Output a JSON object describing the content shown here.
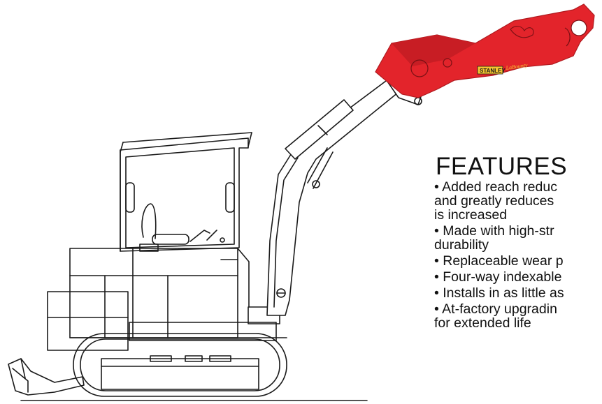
{
  "features": {
    "title": "FEATURES",
    "items": [
      "• Added reach reduc\nand greatly reduces\nis increased",
      "• Made with high-str\ndurability",
      "• Replaceable wear p",
      "• Four-way indexable",
      "• Installs in as little as",
      "• At-factory upgradin\nfor extended life"
    ]
  },
  "attachment": {
    "brand_logo": "STANLEY",
    "script_logo": "LaBounty",
    "color": "#e3242b"
  },
  "colors": {
    "line": "#1a1a1a",
    "background": "#ffffff",
    "text": "#111111"
  }
}
